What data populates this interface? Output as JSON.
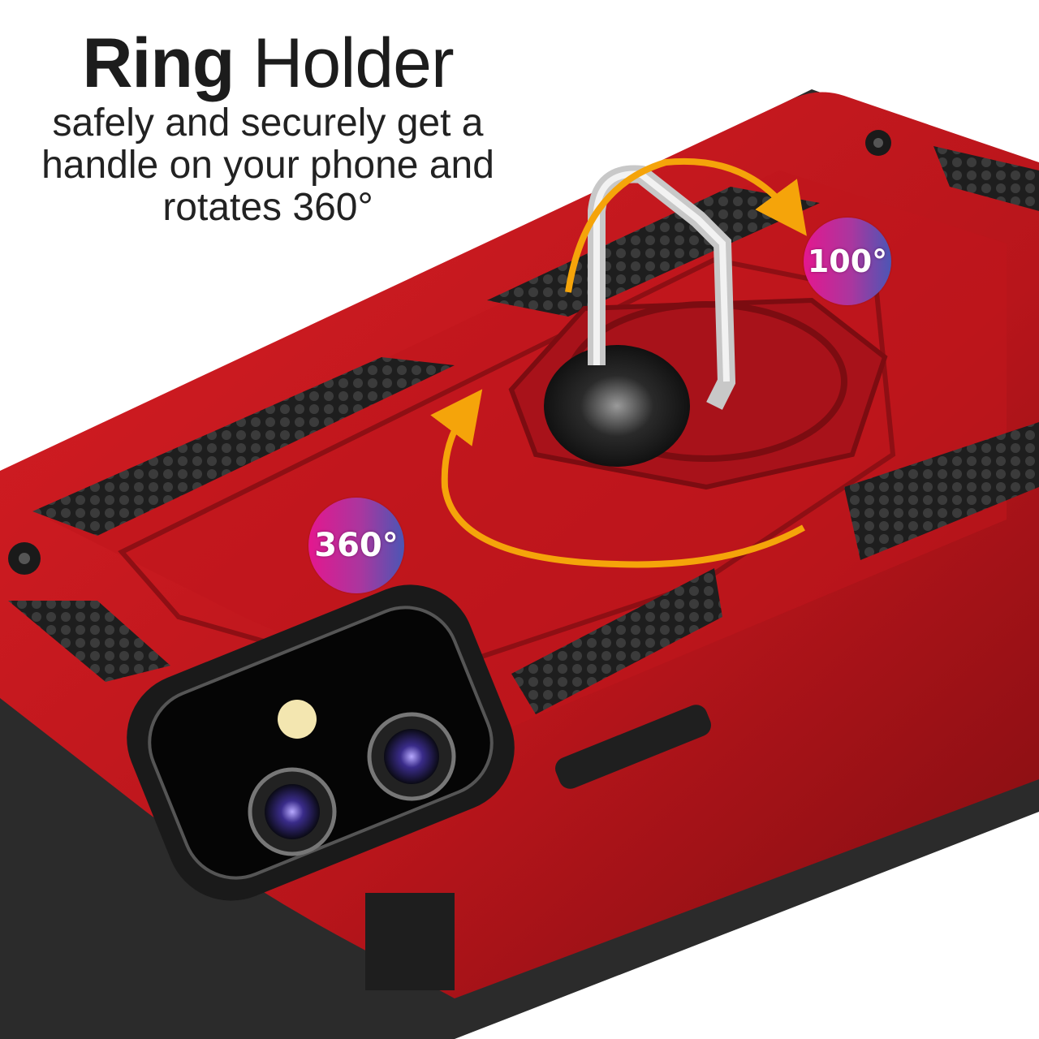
{
  "headline": {
    "title_bold": "Ring",
    "title_light": "Holder",
    "subtitle_lines": [
      "safely and securely get a",
      "handle on your phone and",
      "rotates 360°"
    ]
  },
  "badges": [
    {
      "label": "100°",
      "meaning": "ring stand angle"
    },
    {
      "label": "360°",
      "meaning": "ring rotation"
    }
  ],
  "colors": {
    "case_red": "#c0161d",
    "case_dark_red": "#8e0f14",
    "grip_black": "#2a2a2a",
    "arrow_orange": "#f5a40a",
    "badge_gradient_start": "#e4178e",
    "badge_gradient_end": "#4b56b5",
    "text_dark": "#1c1c1c"
  }
}
